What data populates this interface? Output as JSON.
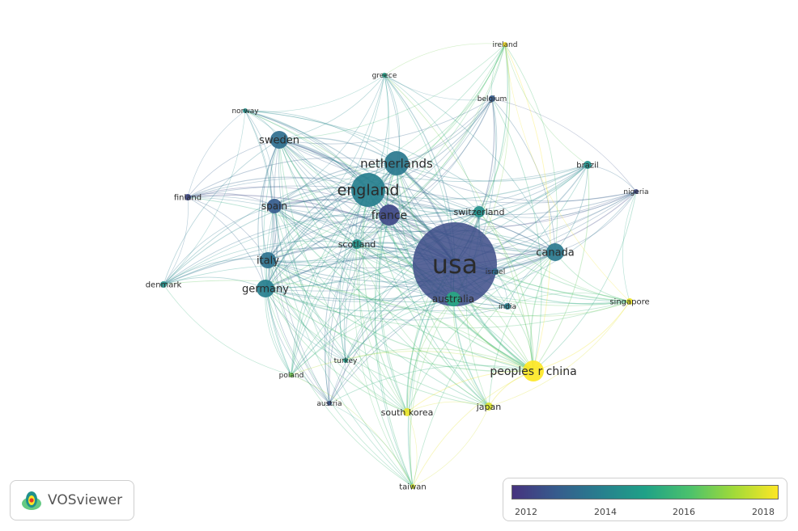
{
  "app": {
    "name": "VOSviewer"
  },
  "legend": {
    "ticks": [
      "2012",
      "2014",
      "2016",
      "2018"
    ],
    "colors": [
      "#46327e",
      "#365c8d",
      "#277f8e",
      "#1fa187",
      "#4ac16d",
      "#a0da39",
      "#fde725"
    ]
  },
  "nodes": [
    {
      "id": "usa",
      "label": "usa",
      "year": 2012.6,
      "weight": 100
    },
    {
      "id": "england",
      "label": "england",
      "year": 2014.0,
      "weight": 45
    },
    {
      "id": "netherlands",
      "label": "netherlands",
      "year": 2013.8,
      "weight": 28
    },
    {
      "id": "france",
      "label": "france",
      "year": 2012.5,
      "weight": 22
    },
    {
      "id": "sweden",
      "label": "sweden",
      "year": 2013.5,
      "weight": 18
    },
    {
      "id": "spain",
      "label": "spain",
      "year": 2013.0,
      "weight": 14
    },
    {
      "id": "italy",
      "label": "italy",
      "year": 2013.6,
      "weight": 15
    },
    {
      "id": "germany",
      "label": "germany",
      "year": 2014.0,
      "weight": 17
    },
    {
      "id": "canada",
      "label": "canada",
      "year": 2013.8,
      "weight": 20
    },
    {
      "id": "australia",
      "label": "australia",
      "year": 2015.2,
      "weight": 15
    },
    {
      "id": "peoples-r-china",
      "label": "peoples r china",
      "year": 2018.0,
      "weight": 28
    },
    {
      "id": "switzerland",
      "label": "switzerland",
      "year": 2014.5,
      "weight": 10
    },
    {
      "id": "scotland",
      "label": "scotland",
      "year": 2014.6,
      "weight": 9
    },
    {
      "id": "israel",
      "label": "israel",
      "year": 2013.5,
      "weight": 6
    },
    {
      "id": "india",
      "label": "india",
      "year": 2014.0,
      "weight": 6
    },
    {
      "id": "brazil",
      "label": "brazil",
      "year": 2014.5,
      "weight": 7
    },
    {
      "id": "nigeria",
      "label": "nigeria",
      "year": 2012.5,
      "weight": 4
    },
    {
      "id": "singapore",
      "label": "singapore",
      "year": 2017.8,
      "weight": 6
    },
    {
      "id": "japan",
      "label": "japan",
      "year": 2017.6,
      "weight": 7
    },
    {
      "id": "south-korea",
      "label": "south korea",
      "year": 2017.8,
      "weight": 7
    },
    {
      "id": "taiwan",
      "label": "taiwan",
      "year": 2017.5,
      "weight": 4
    },
    {
      "id": "austria",
      "label": "austria",
      "year": 2012.8,
      "weight": 4
    },
    {
      "id": "poland",
      "label": "poland",
      "year": 2016.5,
      "weight": 4
    },
    {
      "id": "turkey",
      "label": "turkey",
      "year": 2014.8,
      "weight": 4
    },
    {
      "id": "denmark",
      "label": "denmark",
      "year": 2014.5,
      "weight": 5
    },
    {
      "id": "finland",
      "label": "finland",
      "year": 2012.5,
      "weight": 5
    },
    {
      "id": "norway",
      "label": "norway",
      "year": 2014.5,
      "weight": 4
    },
    {
      "id": "greece",
      "label": "greece",
      "year": 2015.0,
      "weight": 4
    },
    {
      "id": "belgium",
      "label": "belgium",
      "year": 2013.0,
      "weight": 5
    },
    {
      "id": "ireland",
      "label": "ireland",
      "year": 2018.0,
      "weight": 4
    }
  ]
}
